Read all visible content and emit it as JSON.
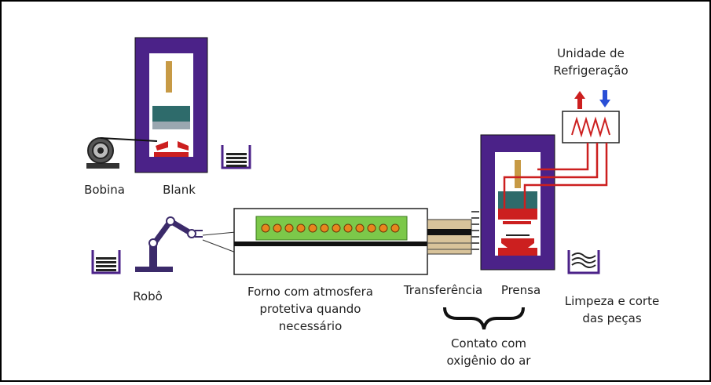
{
  "labels": {
    "bobina": "Bobina",
    "blank": "Blank",
    "robo": "Robô",
    "forno_line1": "Forno com atmosfera",
    "forno_line2": "protetiva quando",
    "forno_line3": "necessário",
    "transferencia": "Transferência",
    "prensa": "Prensa",
    "limpeza_line1": "Limpeza e corte",
    "limpeza_line2": "das peças",
    "contato_line1": "Contato com",
    "contato_line2": "oxigênio do ar",
    "refrig_line1": "Unidade de",
    "refrig_line2": "Refrigeração"
  },
  "colors": {
    "press_frame": "#4b2288",
    "press_teal": "#2e6b6b",
    "die_red": "#cc1f1f",
    "furnace_green": "#7cc84a",
    "furnace_coil": "#e8861e",
    "arrow_hot": "#cc1f1f",
    "arrow_cold": "#2a4fd6"
  },
  "icons": {
    "coil": "coil-icon",
    "robot": "robot-arm-icon",
    "stack": "blank-stack-icon",
    "parts": "formed-parts-icon",
    "brace": "curly-brace-icon"
  }
}
